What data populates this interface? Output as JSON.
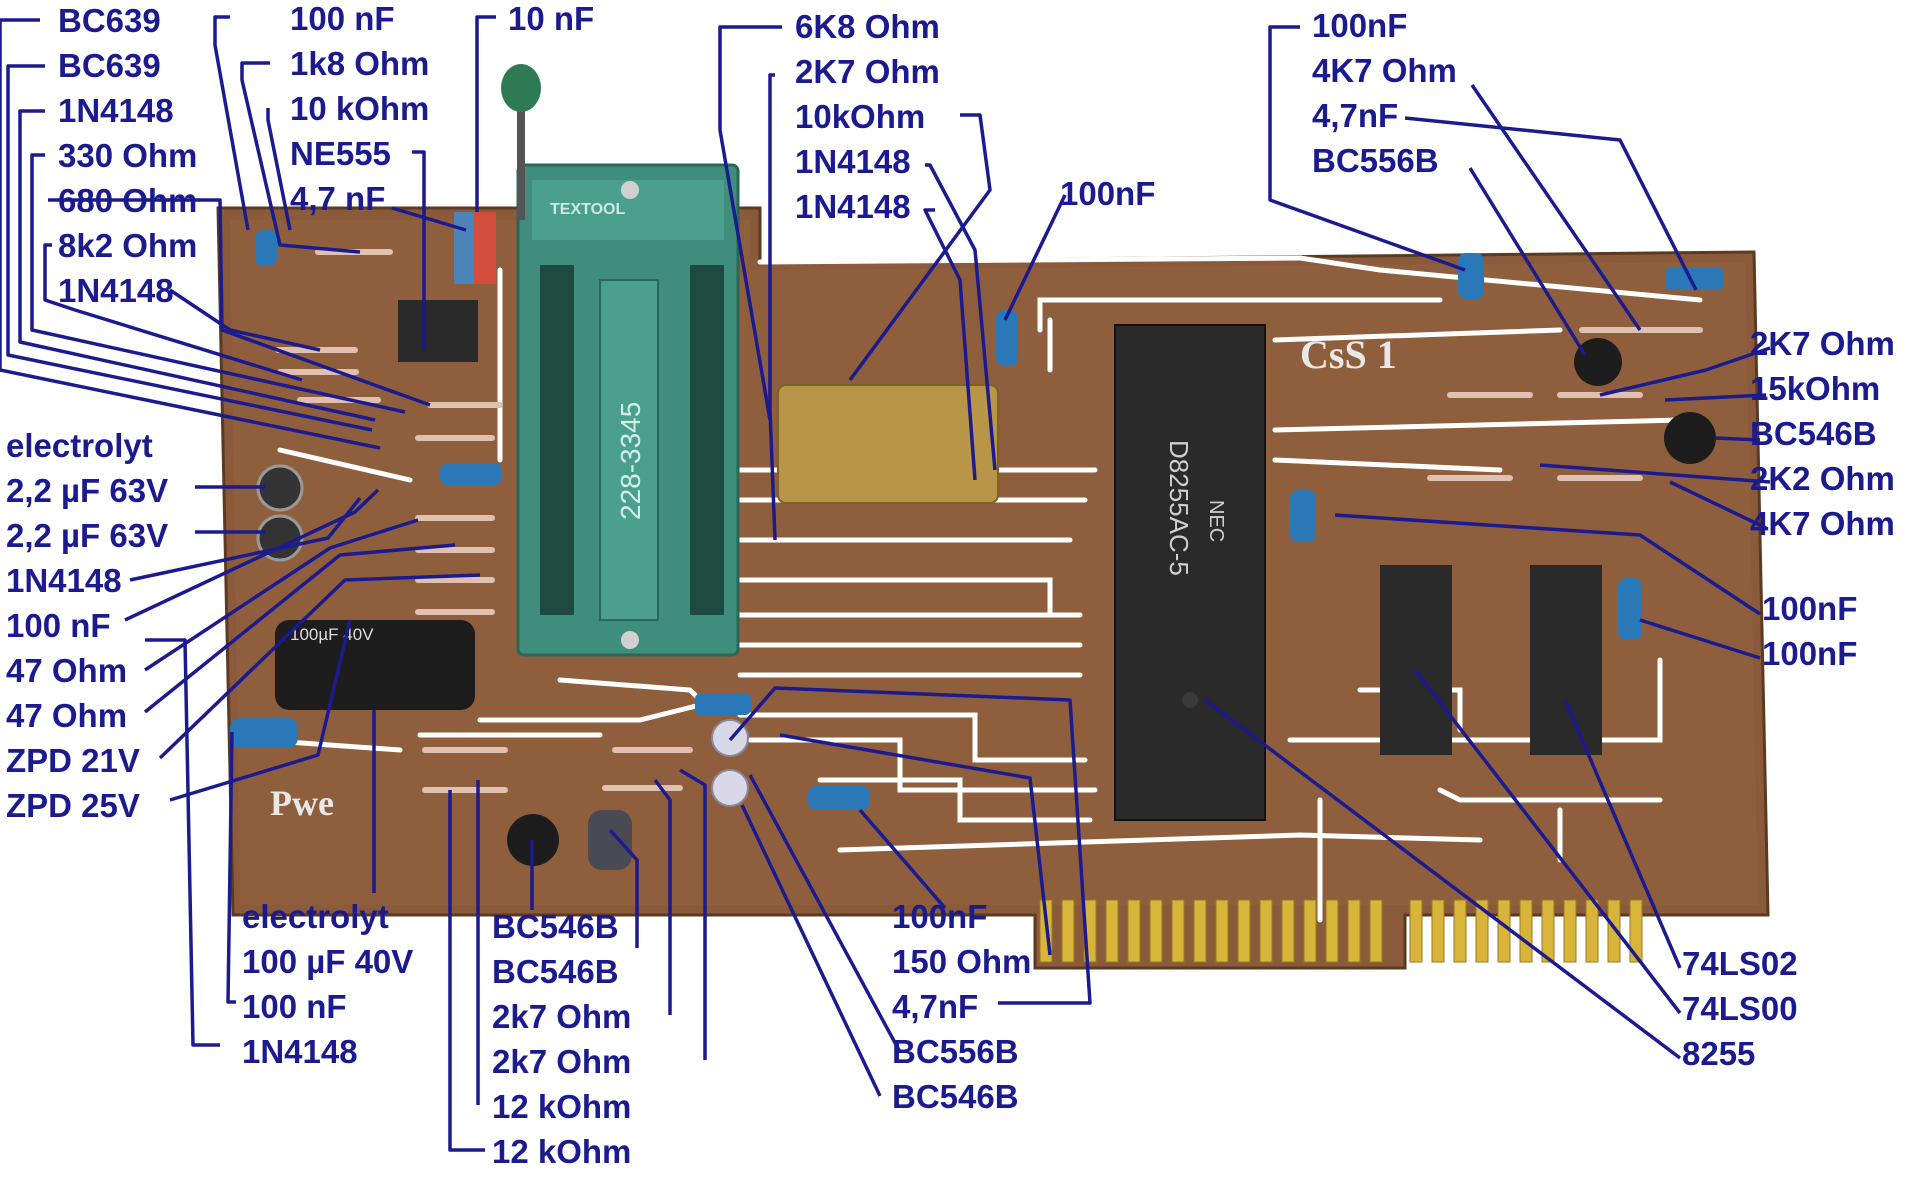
{
  "colors": {
    "label": "#1b1b8f",
    "leader": "#1b1b8f",
    "pcb": "#8a5a3a",
    "trace": "#ffffff",
    "ic_body": "#2a2a2a",
    "socket": "#3f8e7c",
    "gold": "#d8b43a",
    "capacitor_blue": "#2b78b8"
  },
  "board": {
    "silkscreen_top": "CsS 1",
    "silkscreen_bottom": "Pwe",
    "socket_brand": "TEXTOOL",
    "socket_part": "228-3345",
    "ic_main_marking": "D8255AC-5",
    "ic_main_brand": "NEC",
    "electrolyt_marking": "100µF 40V"
  },
  "labels": {
    "left": [
      {
        "id": "bc639-a",
        "text": "BC639"
      },
      {
        "id": "bc639-b",
        "text": "BC639"
      },
      {
        "id": "1n4148-a",
        "text": "1N4148"
      },
      {
        "id": "330-ohm",
        "text": "330 Ohm"
      },
      {
        "id": "680-ohm",
        "text": "680 Ohm"
      },
      {
        "id": "8k2-ohm",
        "text": "8k2 Ohm"
      },
      {
        "id": "1n4148-b",
        "text": "1N4148"
      },
      {
        "id": "electrolyt-a",
        "text": "electrolyt"
      },
      {
        "id": "cap-2u2-a",
        "text": "2,2 µF 63V"
      },
      {
        "id": "cap-2u2-b",
        "text": "2,2 µF 63V"
      },
      {
        "id": "1n4148-c",
        "text": "1N4148"
      },
      {
        "id": "100nf-left",
        "text": "100 nF"
      },
      {
        "id": "47-ohm-a",
        "text": "47 Ohm"
      },
      {
        "id": "47-ohm-b",
        "text": "47 Ohm"
      },
      {
        "id": "zpd-21v",
        "text": "ZPD 21V"
      },
      {
        "id": "zpd-25v",
        "text": "ZPD 25V"
      }
    ],
    "top": [
      {
        "id": "100nf-top",
        "text": "100 nF"
      },
      {
        "id": "1k8-ohm",
        "text": "1k8 Ohm"
      },
      {
        "id": "10-kohm",
        "text": "10 kOhm"
      },
      {
        "id": "ne555",
        "text": "NE555"
      },
      {
        "id": "4u7nf-top",
        "text": "4,7 nF"
      },
      {
        "id": "10nf",
        "text": "10 nF"
      },
      {
        "id": "6k8-ohm",
        "text": "6K8 Ohm"
      },
      {
        "id": "2k7-ohm-top",
        "text": "2K7 Ohm"
      },
      {
        "id": "10kohm-b",
        "text": "10kOhm"
      },
      {
        "id": "1n4148-d",
        "text": "1N4148"
      },
      {
        "id": "1n4148-e",
        "text": "1N4148"
      },
      {
        "id": "100nf-mid",
        "text": "100nF"
      }
    ],
    "top_right": [
      {
        "id": "100nf-tr",
        "text": "100nF"
      },
      {
        "id": "4k7-ohm-tr",
        "text": "4K7 Ohm"
      },
      {
        "id": "4n7f-tr",
        "text": "4,7nF"
      },
      {
        "id": "bc556b-tr",
        "text": "BC556B"
      }
    ],
    "right": [
      {
        "id": "2k7-ohm-r",
        "text": "2K7 Ohm"
      },
      {
        "id": "15kohm",
        "text": "15kOhm"
      },
      {
        "id": "bc546b-r",
        "text": "BC546B"
      },
      {
        "id": "2k2-ohm",
        "text": "2K2 Ohm"
      },
      {
        "id": "4k7-ohm-r",
        "text": "4K7 Ohm"
      },
      {
        "id": "100nf-r1",
        "text": "100nF"
      },
      {
        "id": "100nf-r2",
        "text": "100nF"
      },
      {
        "id": "74ls02",
        "text": "74LS02"
      },
      {
        "id": "74ls00",
        "text": "74LS00"
      },
      {
        "id": "8255",
        "text": "8255"
      }
    ],
    "bottom": [
      {
        "id": "electrolyt-b",
        "text": "electrolyt"
      },
      {
        "id": "cap-100u",
        "text": "100 µF 40V"
      },
      {
        "id": "100nf-bot",
        "text": "100 nF"
      },
      {
        "id": "1n4148-f",
        "text": "1N4148"
      },
      {
        "id": "bc546b-a",
        "text": "BC546B"
      },
      {
        "id": "bc546b-b",
        "text": "BC546B"
      },
      {
        "id": "2k7-ohm-a",
        "text": "2k7 Ohm"
      },
      {
        "id": "2k7-ohm-b",
        "text": "2k7 Ohm"
      },
      {
        "id": "12-kohm-a",
        "text": "12 kOhm"
      },
      {
        "id": "12-kohm-b",
        "text": "12 kOhm"
      },
      {
        "id": "100nf-bm",
        "text": "100nF"
      },
      {
        "id": "150-ohm",
        "text": "150 Ohm"
      },
      {
        "id": "4n7f-bm",
        "text": "4,7nF"
      },
      {
        "id": "bc556b-bm",
        "text": "BC556B"
      },
      {
        "id": "bc546b-bm",
        "text": "BC546B"
      }
    ]
  }
}
